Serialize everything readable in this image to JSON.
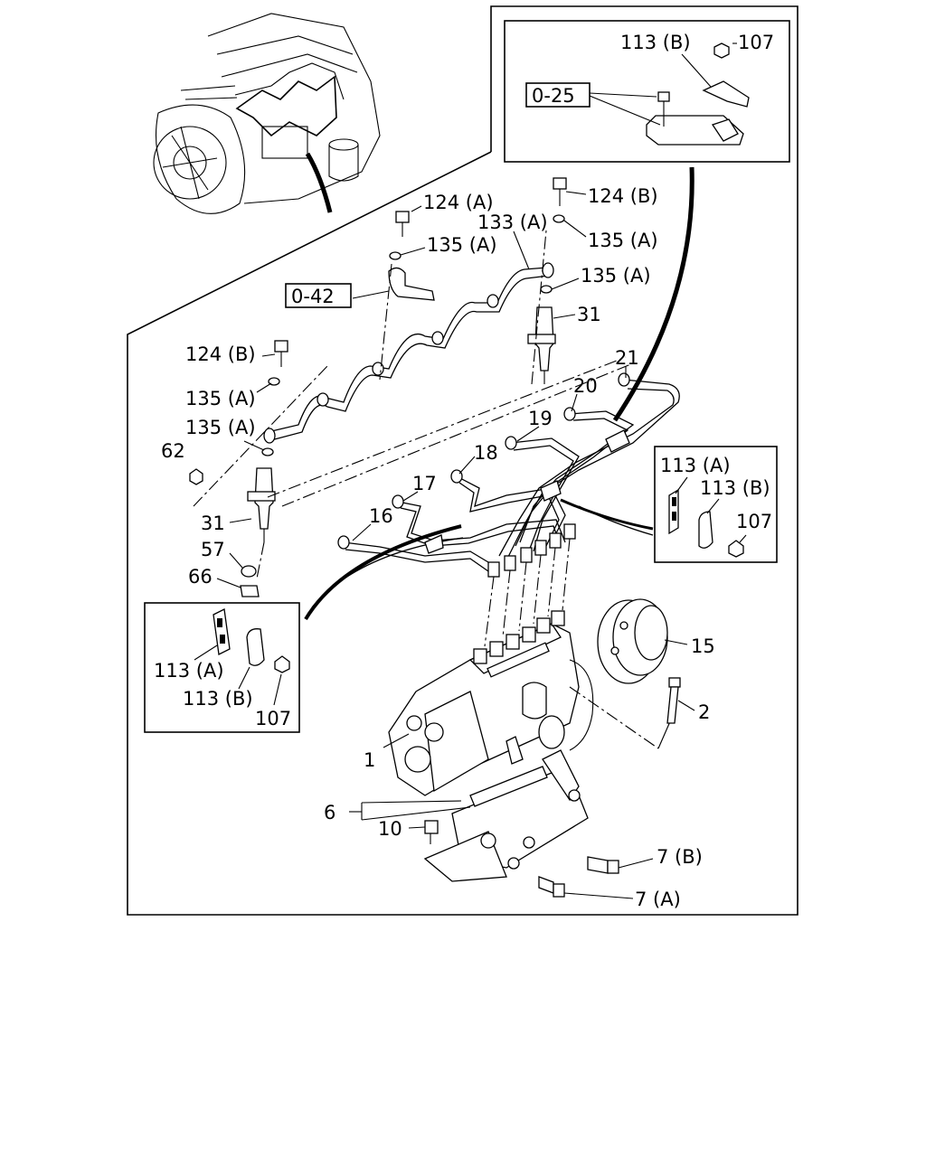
{
  "labels": {
    "l_113B_top": "113 (B)",
    "l_107_top": "107",
    "l_025": "0-25",
    "l_124A": "124 (A)",
    "l_124B_top": "124 (B)",
    "l_133A": "133 (A)",
    "l_135A_1": "135 (A)",
    "l_135A_2": "135 (A)",
    "l_135A_3": "135 (A)",
    "l_042": "0-42",
    "l_31_right": "31",
    "l_21": "21",
    "l_124B_left": "124 (B)",
    "l_135A_4": "135 (A)",
    "l_135A_5": "135 (A)",
    "l_20": "20",
    "l_19": "19",
    "l_62": "62",
    "l_18": "18",
    "l_17": "17",
    "l_31_left": "31",
    "l_16": "16",
    "l_57": "57",
    "l_66": "66",
    "l_113A_r": "113 (A)",
    "l_113B_r": "113 (B)",
    "l_107_r": "107",
    "l_113A_l": "113 (A)",
    "l_113B_l": "113 (B)",
    "l_107_l": "107",
    "l_15": "15",
    "l_2": "2",
    "l_1": "1",
    "l_6": "6",
    "l_10": "10",
    "l_7B": "7 (B)",
    "l_7A": "7 (A)"
  }
}
